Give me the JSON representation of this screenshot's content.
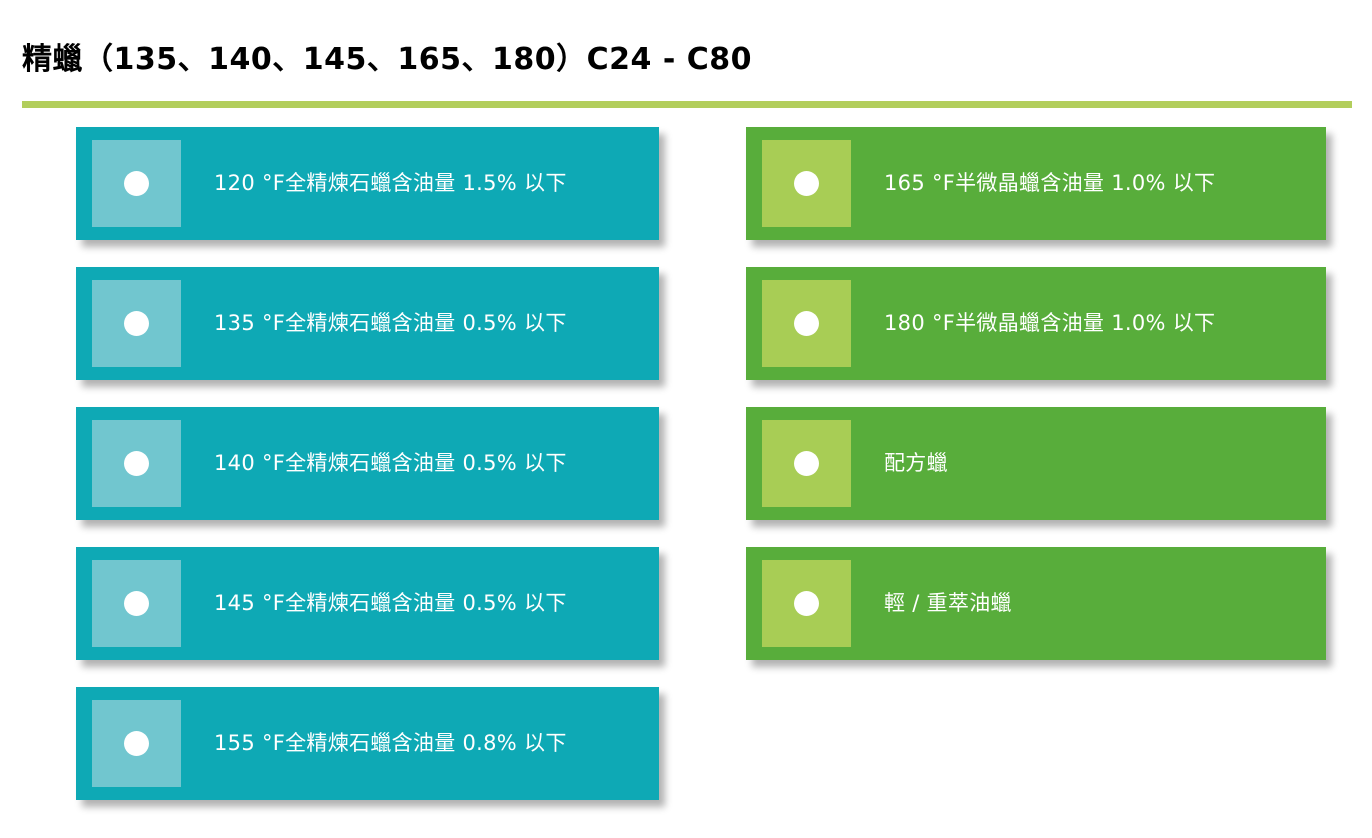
{
  "header": {
    "title": "精蠟（135、140、145、165、180）C24 - C80",
    "rule_color": "#b2ce5c"
  },
  "palette": {
    "teal_card": "#0ea9b5",
    "teal_icon": "#71c6cf",
    "green_card": "#58ad3b",
    "green_icon": "#a8cd55",
    "dot": "#ffffff",
    "label_text": "#ffffff",
    "title_text": "#000000",
    "page_background": "#ffffff"
  },
  "columns": {
    "left": {
      "name": "fully-refined-paraffin-wax-column",
      "theme": "teal",
      "items": [
        {
          "icon": "bullet-dot-icon",
          "label": "120 °F全精煉石蠟含油量 1.5% 以下"
        },
        {
          "icon": "bullet-dot-icon",
          "label": "135 °F全精煉石蠟含油量 0.5% 以下"
        },
        {
          "icon": "bullet-dot-icon",
          "label": "140 °F全精煉石蠟含油量 0.5% 以下"
        },
        {
          "icon": "bullet-dot-icon",
          "label": "145 °F全精煉石蠟含油量 0.5% 以下"
        },
        {
          "icon": "bullet-dot-icon",
          "label": "155 °F全精煉石蠟含油量 0.8% 以下"
        }
      ]
    },
    "right": {
      "name": "semi-microcrystalline-wax-column",
      "theme": "green",
      "items": [
        {
          "icon": "bullet-dot-icon",
          "label": "165 °F半微晶蠟含油量 1.0% 以下"
        },
        {
          "icon": "bullet-dot-icon",
          "label": "180 °F半微晶蠟含油量 1.0% 以下"
        },
        {
          "icon": "bullet-dot-icon",
          "label": "配方蠟"
        },
        {
          "icon": "bullet-dot-icon",
          "label": "輕 / 重萃油蠟"
        }
      ]
    }
  }
}
